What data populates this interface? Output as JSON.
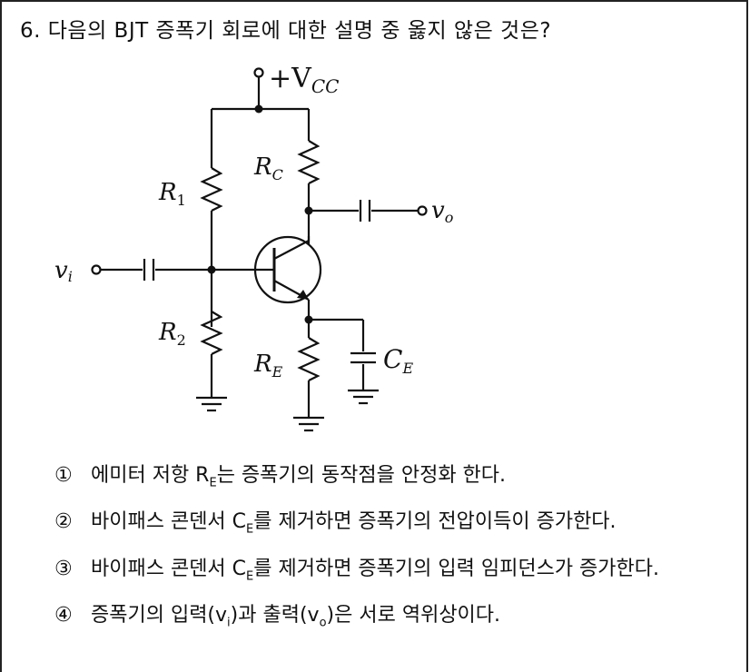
{
  "question": {
    "number": "6.",
    "text": "다음의 BJT 증폭기 회로에 대한 설명 중 옳지 않은 것은?"
  },
  "circuit": {
    "vcc": "+V",
    "vcc_sub": "CC",
    "rc": "R",
    "rc_sub": "C",
    "r1": "R",
    "r1_sub": "1",
    "r2": "R",
    "r2_sub": "2",
    "re": "R",
    "re_sub": "E",
    "ce": "C",
    "ce_sub": "E",
    "vo": "v",
    "vo_sub": "o",
    "vi": "v",
    "vi_sub": "i"
  },
  "options": [
    {
      "num": "①",
      "pre": "에미터 저항 R",
      "sub": "E",
      "post": "는 증폭기의 동작점을 안정화 한다."
    },
    {
      "num": "②",
      "pre": "바이패스 콘덴서 C",
      "sub": "E",
      "post": "를 제거하면 증폭기의 전압이득이 증가한다."
    },
    {
      "num": "③",
      "pre": "바이패스 콘덴서 C",
      "sub": "E",
      "post": "를 제거하면 증폭기의 입력 임피던스가 증가한다."
    },
    {
      "num": "④",
      "pre": "증폭기의 입력(v",
      "sub": "i",
      "mid": ")과 출력(v",
      "sub2": "o",
      "post": ")은 서로 역위상이다."
    }
  ]
}
